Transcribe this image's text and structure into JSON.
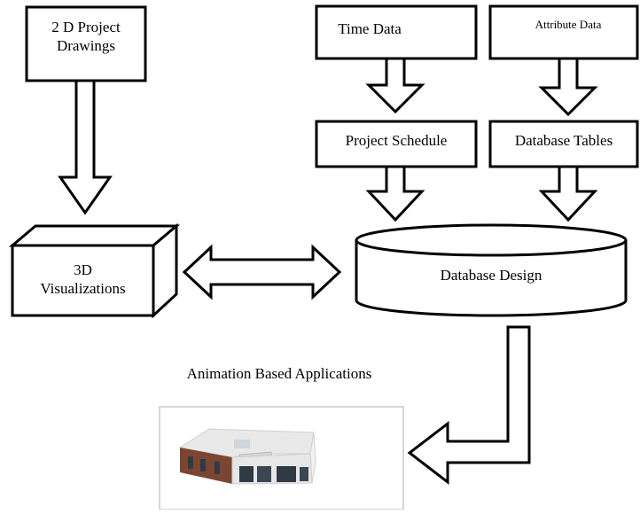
{
  "diagram": {
    "boxes": {
      "drawings_2d": "2 D Project\nDrawings",
      "time_data": "Time Data",
      "attribute_data": "Attribute Data",
      "project_schedule": "Project Schedule",
      "database_tables": "Database Tables",
      "visualizations_3d": "3D\nVisualizations",
      "database_design": "Database Design"
    },
    "caption": "Animation Based Applications",
    "colors": {
      "stroke": "#000000",
      "fill": "#ffffff",
      "building_facade": "#7a4632",
      "building_roof": "#e9e9e9",
      "glass": "#2f3a44"
    },
    "icons": {
      "building": "building-render-icon"
    }
  }
}
